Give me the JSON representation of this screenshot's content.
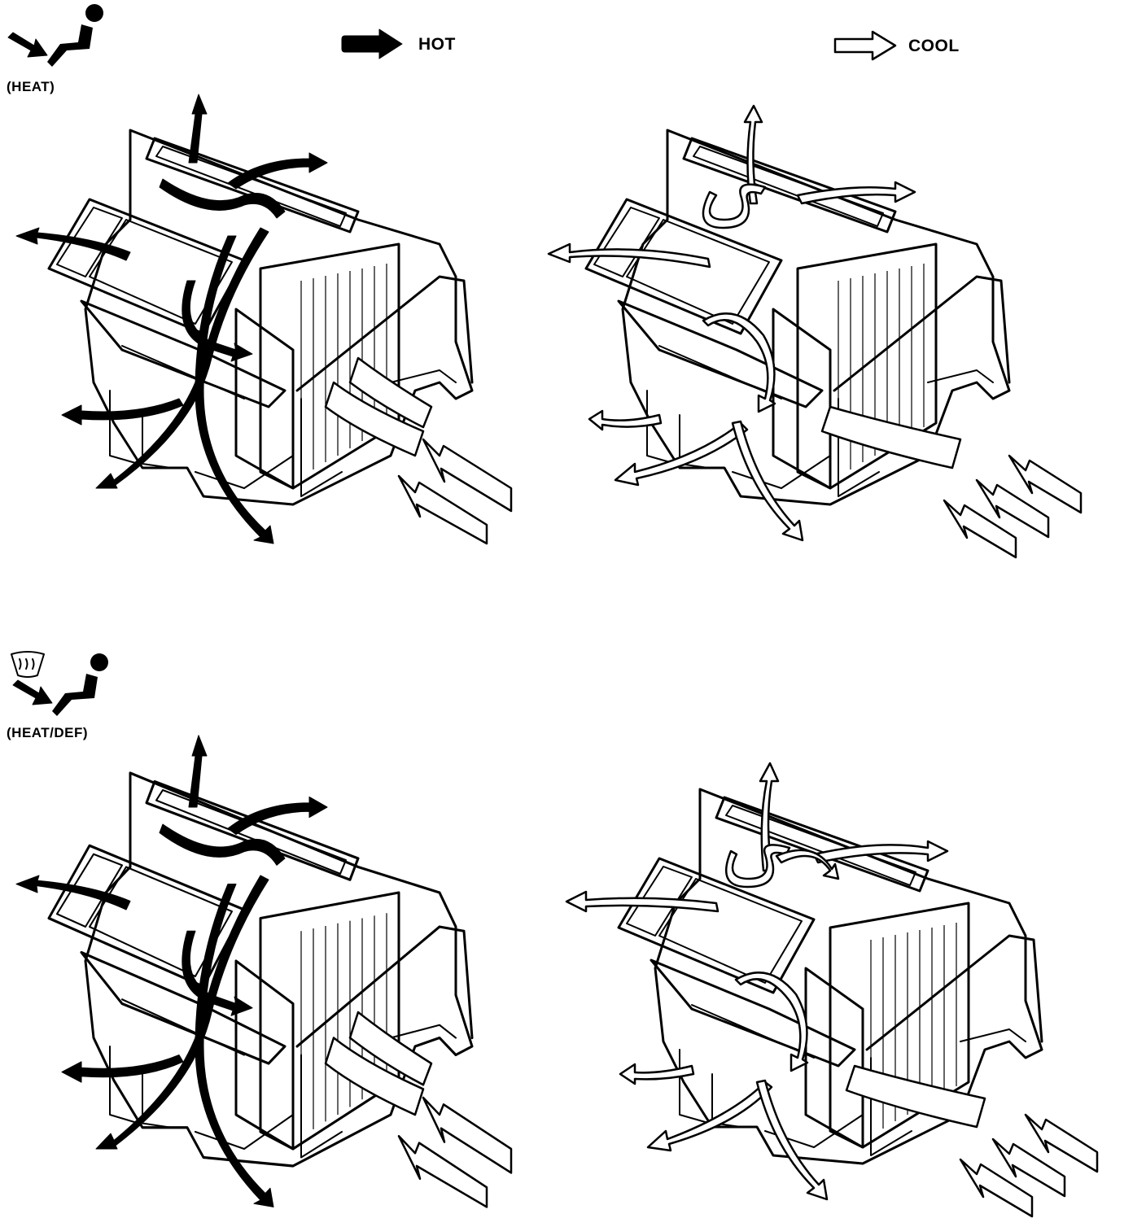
{
  "legend": {
    "hot_label": "HOT",
    "cool_label": "COOL",
    "hot_color": "#000000",
    "cool_color": "#ffffff"
  },
  "modes": [
    {
      "label": "(HEAT)",
      "icons": [
        "vent-arrow-icon",
        "seated-person-icon"
      ]
    },
    {
      "label": "(HEAT/DEF)",
      "icons": [
        "defroster-icon",
        "vent-arrow-icon",
        "seated-person-icon"
      ]
    }
  ]
}
